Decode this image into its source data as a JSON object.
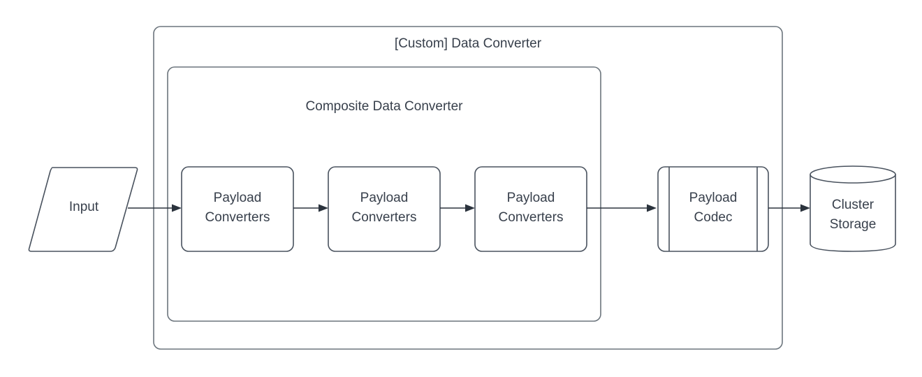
{
  "diagram": {
    "title": "[Custom] Data Converter",
    "outer_container": {
      "label": "[Custom] Data Converter",
      "name": "custom-data-converter-container"
    },
    "inner_container": {
      "label": "Composite Data Converter",
      "name": "composite-data-converter-container"
    },
    "nodes": {
      "input": {
        "label": "Input",
        "shape": "parallelogram"
      },
      "converter_1": {
        "line1": "Payload",
        "line2": "Converters",
        "shape": "rounded-rectangle"
      },
      "converter_2": {
        "line1": "Payload",
        "line2": "Converters",
        "shape": "rounded-rectangle"
      },
      "converter_3": {
        "line1": "Payload",
        "line2": "Converters",
        "shape": "rounded-rectangle"
      },
      "payload_codec": {
        "line1": "Payload",
        "line2": "Codec",
        "shape": "predefined-process"
      },
      "cluster_storage": {
        "line1": "Cluster",
        "line2": "Storage",
        "shape": "cylinder"
      }
    },
    "colors": {
      "shape_stroke": "#49525e",
      "container_stroke": "#6c757d",
      "connector": "#2b333d",
      "text": "#38404c",
      "background": "#ffffff"
    }
  }
}
